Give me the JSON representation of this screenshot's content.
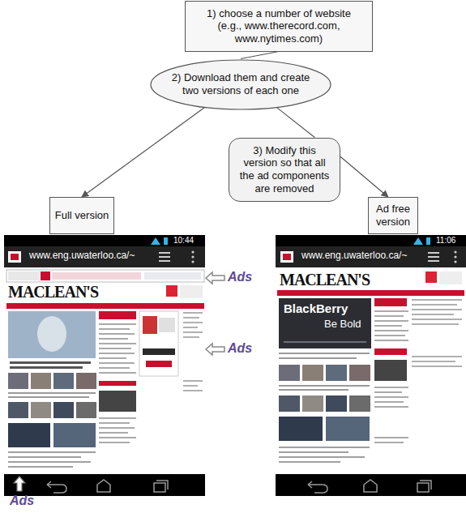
{
  "diagram": {
    "nodes": [
      {
        "text": [
          "1) choose a number of website (e.g., www.therecord.com, www.nytimes.com)"
        ]
      },
      {
        "text": [
          "2) Download them and create two versions of each one"
        ]
      },
      {
        "text": [
          "3) Modify this version so that all the ad components are removed"
        ]
      },
      {
        "text": [
          "Full version"
        ]
      },
      {
        "text": [
          "Ad free version"
        ]
      }
    ],
    "edges": [
      {
        "from": 0,
        "to": 1,
        "arrow": "none"
      },
      {
        "from": 1,
        "to": 3,
        "arrow": "to"
      },
      {
        "from": 1,
        "to": 2,
        "arrow": "none"
      },
      {
        "from": 2,
        "to": 4,
        "arrow": "to"
      }
    ],
    "labels": [
      "10:44",
      "www.eng.uwaterloo.ca/~",
      "MACLEAN'S",
      "Ads",
      "Ads",
      "Ads",
      "11:06",
      "www.eng.uwaterloo.ca/~",
      "MACLEAN'S",
      "BlackBerry",
      "Be Bold"
    ]
  }
}
